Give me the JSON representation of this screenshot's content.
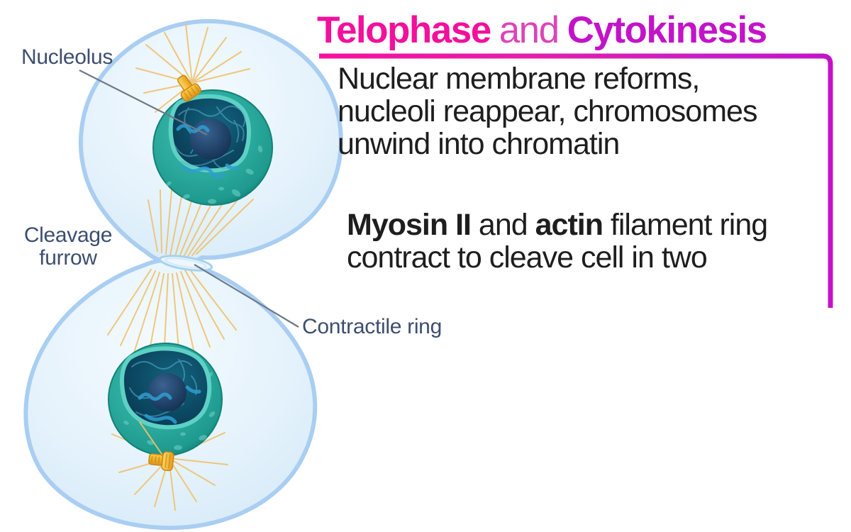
{
  "title": {
    "word1": "Telophase",
    "connector": "and",
    "word2": "Cytokinesis"
  },
  "paragraph1": {
    "line1": "Nuclear membrane reforms,",
    "line2": "nucleoli reappear, chromosomes",
    "line3": "unwind into chromatin"
  },
  "paragraph2": {
    "bold1": "Myosin II",
    "mid": " and ",
    "bold2": "actin",
    "tail": " filament ring",
    "line2": "contract to cleave cell in two"
  },
  "labels": {
    "nucleolus": "Nucleolus",
    "cleavage_line1": "Cleavage",
    "cleavage_line2": "furrow",
    "contractile_ring": "Contractile ring"
  },
  "colors": {
    "title_pink": "#F2109C",
    "title_and": "#DC45B8",
    "title_purple": "#C313C9",
    "body_text": "#1E1E1E",
    "label_text": "#3D4E6E",
    "leader_line": "#6F7989",
    "cell_membrane": "#A9CEF2",
    "cytoplasm": "#E3F1FC",
    "nucleus_teal": "#2AA89B",
    "nucleus_rim": "#5ED1C5",
    "nucleus_interior": "#0C4862",
    "chromatin": "#2E9ED2",
    "nucleolus_navy": "#24476E",
    "centriole_gold": "#F3AE2C",
    "spindle_fiber": "#EFC26E"
  },
  "diagram": {
    "icons": [
      "cell-membrane",
      "cytoplasm",
      "nucleus",
      "nucleolus",
      "chromatin",
      "centriole-icon",
      "aster-rays",
      "spindle-fibers",
      "cleavage-furrow",
      "contractile-ring",
      "leader-line",
      "title-underline"
    ]
  }
}
